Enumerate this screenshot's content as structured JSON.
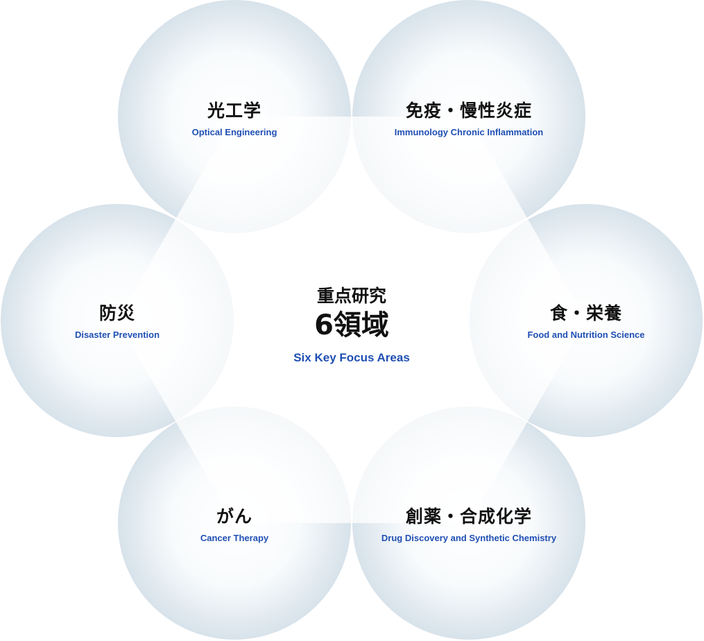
{
  "center": {
    "pre": "重点研究",
    "big": "6領域",
    "en": "Six Key Focus Areas"
  },
  "areas": [
    {
      "jp": "光工学",
      "en": "Optical Engineering"
    },
    {
      "jp": "免疫・慢性炎症",
      "en": "Immunology Chronic Inflammation"
    },
    {
      "jp": "食・栄養",
      "en": "Food and Nutrition Science"
    },
    {
      "jp": "創薬・合成化学",
      "en": "Drug Discovery and Synthetic Chemistry"
    },
    {
      "jp": "がん",
      "en": "Cancer Therapy"
    },
    {
      "jp": "防災",
      "en": "Disaster Prevention"
    }
  ],
  "colors": {
    "accent": "#1f4fb3",
    "circle_edge": "#d5e1ea",
    "circle_center": "#ffffff",
    "text": "#111111"
  }
}
